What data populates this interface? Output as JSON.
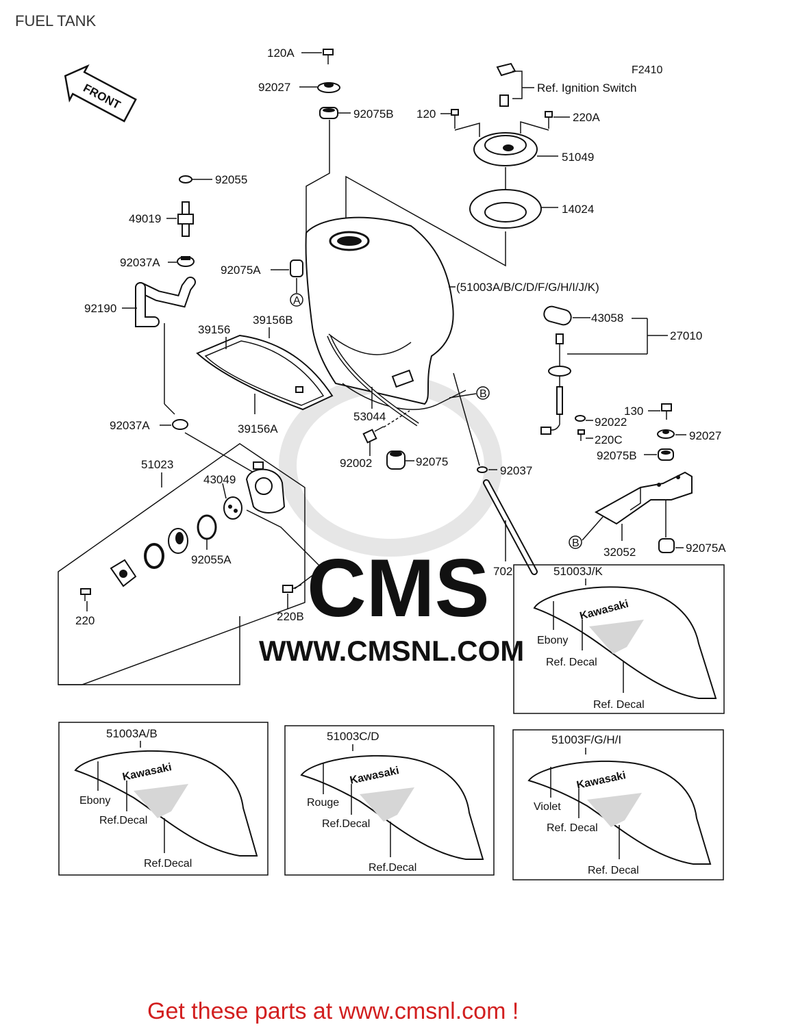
{
  "title": "FUEL TANK",
  "figure_code": "F2410",
  "front_label": "FRONT",
  "watermark": {
    "brand": "CMS",
    "url": "WWW.CMSNL.COM"
  },
  "callouts": {
    "p120A": "120A",
    "p92027a": "92027",
    "p92075Ba": "92075B",
    "p120": "120",
    "p220A": "220A",
    "ref_ignition": "Ref. Ignition Switch",
    "p51049": "51049",
    "p14024": "14024",
    "p92055": "92055",
    "p49019": "49019",
    "p92037Aa": "92037A",
    "p92075Aa": "92075A",
    "circle_A": "A",
    "p51003all": "(51003A/B/C/D/F/G/H/I/J/K)",
    "p92190": "92190",
    "p39156": "39156",
    "p39156B": "39156B",
    "p43058": "43058",
    "p27010": "27010",
    "p92037Ab": "92037A",
    "p39156A": "39156A",
    "p53044": "53044",
    "circle_B1": "B",
    "p130": "130",
    "p92022": "92022",
    "p220C": "220C",
    "p92027b": "92027",
    "p92075Bb": "92075B",
    "p51023": "51023",
    "p43049": "43049",
    "p92002": "92002",
    "p92075": "92075",
    "p92037": "92037",
    "p92055A": "92055A",
    "p702": "702",
    "circle_B2": "B",
    "p32052": "32052",
    "p92075Ab": "92075A",
    "p220": "220",
    "p220B": "220B"
  },
  "insets": {
    "jk": {
      "title": "51003J/K",
      "color": "Ebony",
      "brand": "Kawasaki",
      "decal1": "Ref. Decal",
      "decal2": "Ref. Decal"
    },
    "ab": {
      "title": "51003A/B",
      "color": "Ebony",
      "brand": "Kawasaki",
      "decal1": "Ref.Decal",
      "decal2": "Ref.Decal"
    },
    "cd": {
      "title": "51003C/D",
      "color": "Rouge",
      "brand": "Kawasaki",
      "decal1": "Ref.Decal",
      "decal2": "Ref.Decal"
    },
    "fghi": {
      "title": "51003F/G/H/I",
      "color": "Violet",
      "brand": "Kawasaki",
      "decal1": "Ref. Decal",
      "decal2": "Ref. Decal"
    }
  },
  "footer": "Get these parts at www.cmsnl.com !"
}
